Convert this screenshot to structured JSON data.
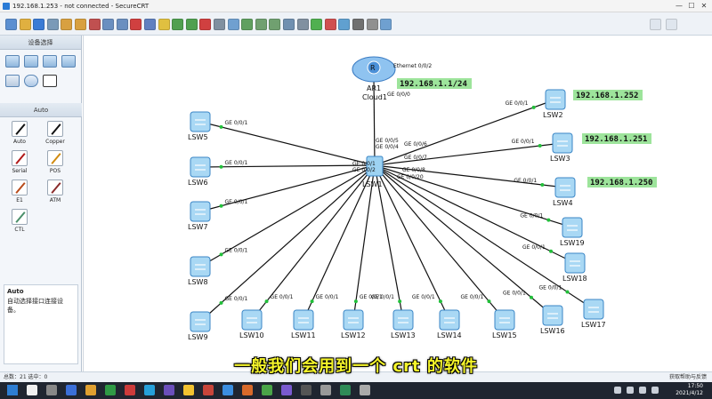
{
  "window": {
    "title": "192.168.1.253 - not connected - SecureCRT",
    "controls": [
      "—",
      "☐",
      "✕"
    ]
  },
  "toolbar": {
    "buttons": [
      "new",
      "open",
      "save",
      "print",
      "undo",
      "redo",
      "cut",
      "copy",
      "paste",
      "delete",
      "select",
      "drag",
      "capture",
      "start",
      "stop",
      "settings",
      "topology",
      "text",
      "zoom-in",
      "zoom-out",
      "fit",
      "grid",
      "start-all",
      "stop-all",
      "capture-all",
      "console",
      "cli",
      "help"
    ],
    "right_icons": [
      "comment-icon",
      "menu-icon"
    ]
  },
  "side_panel": {
    "device_title": "设备选择",
    "cable_title": "Auto",
    "cables": [
      {
        "label": "Auto",
        "color": "#111111"
      },
      {
        "label": "Copper",
        "color": "#111111"
      },
      {
        "label": "Serial",
        "color": "#b01818"
      },
      {
        "label": "POS",
        "color": "#d08b10"
      },
      {
        "label": "E1",
        "color": "#b84a1a"
      },
      {
        "label": "ATM",
        "color": "#8a2b2b"
      },
      {
        "label": "CTL",
        "color": "#4a8f6a"
      }
    ],
    "help": {
      "title": "Auto",
      "text": "自动选择接口连接设备。"
    }
  },
  "topology": {
    "cloud": {
      "name": "AR1",
      "sub": "Cloud1",
      "eth_label": "Ethernet 0/0/2",
      "ip": "192.168.1.1/24",
      "port_label": "GE 0/0/0"
    },
    "core_switch": {
      "name": "LSW1"
    },
    "switches": [
      {
        "name": "LSW2",
        "port": "GE 0/0/1",
        "ip": "192.168.1.252"
      },
      {
        "name": "LSW3",
        "port": "GE 0/0/1",
        "ip": "192.168.1.251"
      },
      {
        "name": "LSW4",
        "port": "GE 0/0/1",
        "ip": "192.168.1.250"
      },
      {
        "name": "LSW5",
        "port": "GE 0/0/1",
        "ip": ""
      },
      {
        "name": "LSW6",
        "port": "GE 0/0/1",
        "ip": ""
      },
      {
        "name": "LSW7",
        "port": "GE 0/0/1",
        "ip": ""
      },
      {
        "name": "LSW8",
        "port": "GE 0/0/1",
        "ip": ""
      },
      {
        "name": "LSW9",
        "port": "GE 0/0/1",
        "ip": ""
      },
      {
        "name": "LSW10",
        "port": "GE 0/0/1",
        "ip": ""
      },
      {
        "name": "LSW11",
        "port": "GE 0/0/1",
        "ip": ""
      },
      {
        "name": "LSW12",
        "port": "GE 0/0/1",
        "ip": ""
      },
      {
        "name": "LSW13",
        "port": "GE 0/0/1",
        "ip": ""
      },
      {
        "name": "LSW14",
        "port": "GE 0/0/1",
        "ip": ""
      },
      {
        "name": "LSW15",
        "port": "GE 0/0/1",
        "ip": ""
      },
      {
        "name": "LSW16",
        "port": "GE 0/0/1",
        "ip": ""
      },
      {
        "name": "LSW17",
        "port": "GE 0/0/1",
        "ip": ""
      },
      {
        "name": "LSW18",
        "port": "GE 0/0/1",
        "ip": ""
      },
      {
        "name": "LSW19",
        "port": "GE 0/0/1",
        "ip": ""
      }
    ],
    "hub_ports": [
      "GE 0/0/5",
      "GE 0/0/4",
      "GE 0/0/6",
      "GE 0/0/7",
      "GE 0/0/1",
      "GE 0/0/2",
      "GE 0/0/8",
      "GE 0/0/20"
    ]
  },
  "status": {
    "left": "总数：21  选中：0",
    "right": "获取帮助与反馈"
  },
  "subtitle": "一般我们会用到一个 crt 的软件",
  "taskbar": {
    "time": "17:50",
    "date": "2021/4/12"
  }
}
